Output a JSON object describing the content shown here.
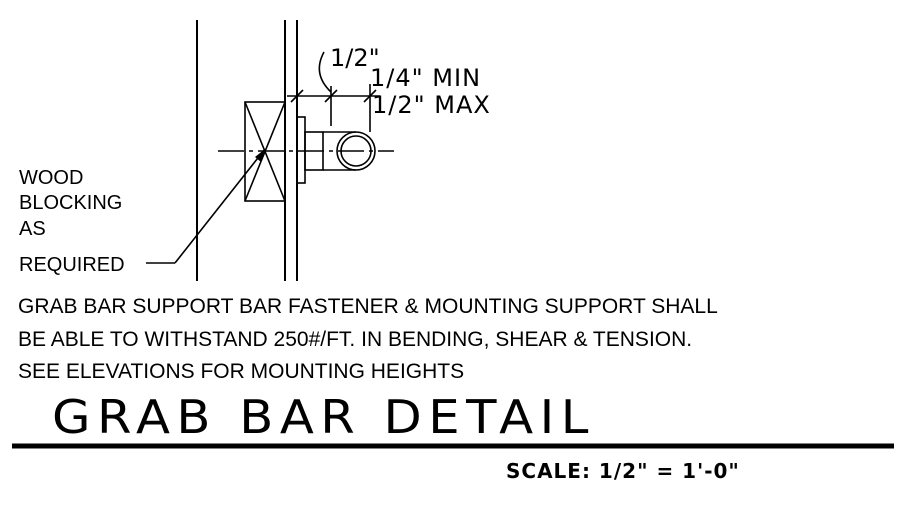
{
  "dimensions": {
    "half_inch": "1/2\"",
    "min_label": "1/4\" MIN",
    "max_label": "1/2\" MAX"
  },
  "callout": {
    "line1": "WOOD",
    "line2": "BLOCKING",
    "line3": "AS",
    "line4": "REQUIRED"
  },
  "notes": [
    "GRAB BAR SUPPORT BAR FASTENER & MOUNTING SUPPORT SHALL",
    "BE ABLE TO WITHSTAND 250#/FT. IN BENDING, SHEAR & TENSION.",
    "SEE ELEVATIONS FOR MOUNTING HEIGHTS"
  ],
  "title": "GRAB BAR DETAIL",
  "scale": "SCALE: 1/2\" = 1'-0\""
}
